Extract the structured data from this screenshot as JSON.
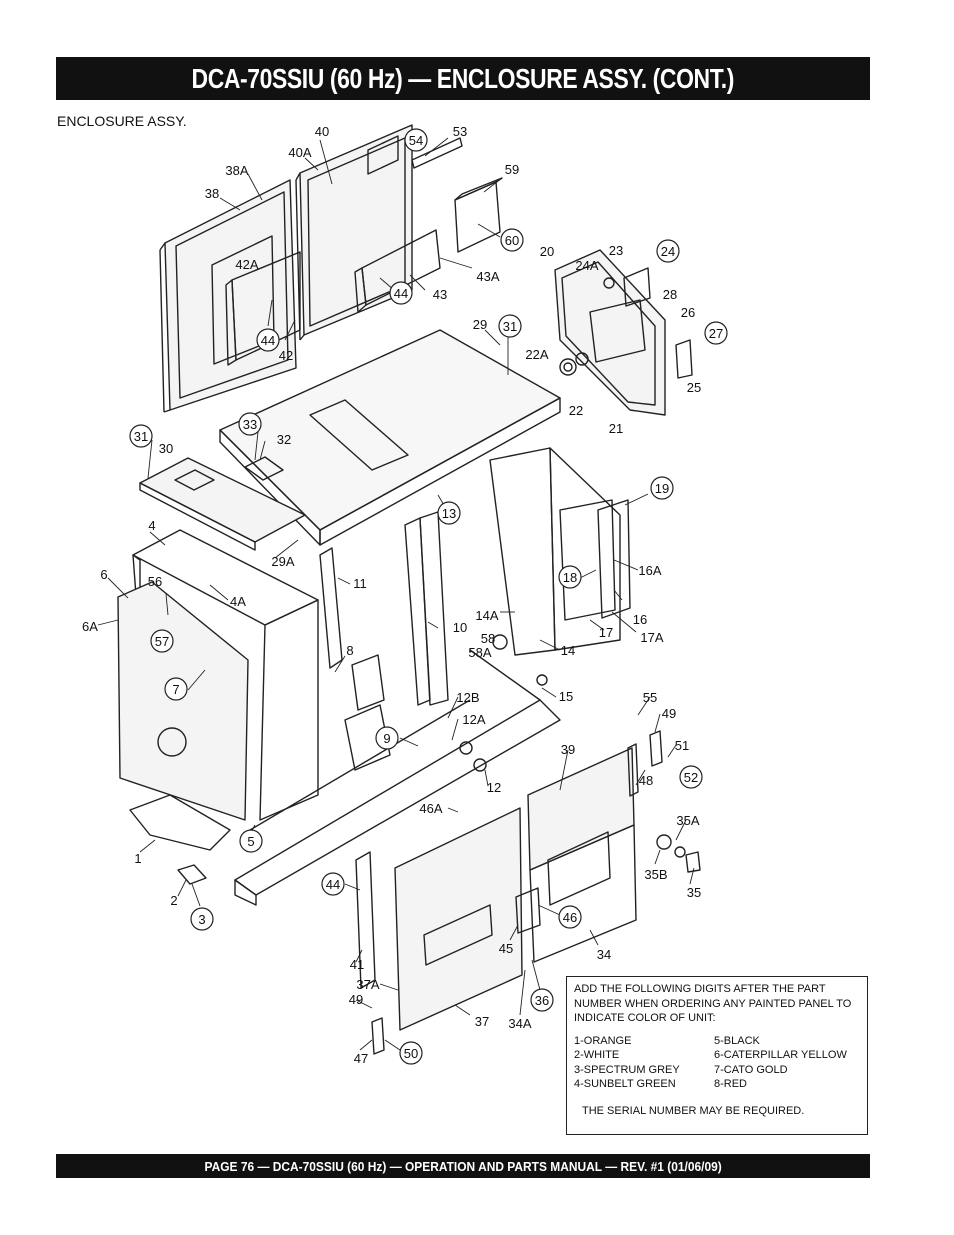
{
  "header": {
    "title": "DCA-70SSIU (60 Hz)  — ENCLOSURE ASSY. (CONT.)"
  },
  "subtitle": "ENCLOSURE ASSY.",
  "callouts": {
    "c_38": "38",
    "c_38A": "38A",
    "c_40": "40",
    "c_40A": "40A",
    "c_54": "54",
    "c_53": "53",
    "c_59": "59",
    "c_60": "60",
    "c_42A": "42A",
    "c_44a": "44",
    "c_42": "42",
    "c_44b": "44",
    "c_43": "43",
    "c_43A": "43A",
    "c_20": "20",
    "c_23": "23",
    "c_24": "24",
    "c_24A": "24A",
    "c_28": "28",
    "c_26": "26",
    "c_27": "27",
    "c_25": "25",
    "c_22A": "22A",
    "c_22": "22",
    "c_21": "21",
    "c_29": "29",
    "c_31a": "31",
    "c_33": "33",
    "c_32": "32",
    "c_31b": "31",
    "c_30": "30",
    "c_19": "19",
    "c_13": "13",
    "c_4": "4",
    "c_29A": "29A",
    "c_18": "18",
    "c_16A": "16A",
    "c_16": "16",
    "c_17": "17",
    "c_17A": "17A",
    "c_6": "6",
    "c_56": "56",
    "c_4A": "4A",
    "c_6A": "6A",
    "c_57": "57",
    "c_11": "11",
    "c_10": "10",
    "c_14A": "14A",
    "c_14": "14",
    "c_58": "58",
    "c_58A": "58A",
    "c_15": "15",
    "c_7": "7",
    "c_8": "8",
    "c_12B": "12B",
    "c_12A": "12A",
    "c_9": "9",
    "c_12": "12",
    "c_55": "55",
    "c_49a": "49",
    "c_51": "51",
    "c_52": "52",
    "c_39": "39",
    "c_48": "48",
    "c_46A": "46A",
    "c_35A": "35A",
    "c_35B": "35B",
    "c_35": "35",
    "c_5": "5",
    "c_1": "1",
    "c_2": "2",
    "c_3": "3",
    "c_44c": "44",
    "c_46": "46",
    "c_45": "45",
    "c_34": "34",
    "c_41": "41",
    "c_37A": "37A",
    "c_49b": "49",
    "c_36": "36",
    "c_37": "37",
    "c_34A": "34A",
    "c_47": "47",
    "c_50": "50"
  },
  "color_note": {
    "intro": "ADD THE FOLLOWING DIGITS AFTER THE PART NUMBER WHEN ORDERING ANY PAINTED PANEL TO INDICATE COLOR OF UNIT:",
    "colors": [
      "1-ORANGE",
      "5-BLACK",
      "2-WHITE",
      "6-CATERPILLAR YELLOW",
      "3-SPECTRUM GREY",
      "7-CATO GOLD",
      "4-SUNBELT GREEN",
      "8-RED"
    ],
    "serial": "THE SERIAL NUMBER MAY BE REQUIRED."
  },
  "footer": {
    "text": "PAGE 76 — DCA-70SSIU (60 Hz)  —  OPERATION AND PARTS  MANUAL — REV. #1  (01/06/09)"
  }
}
